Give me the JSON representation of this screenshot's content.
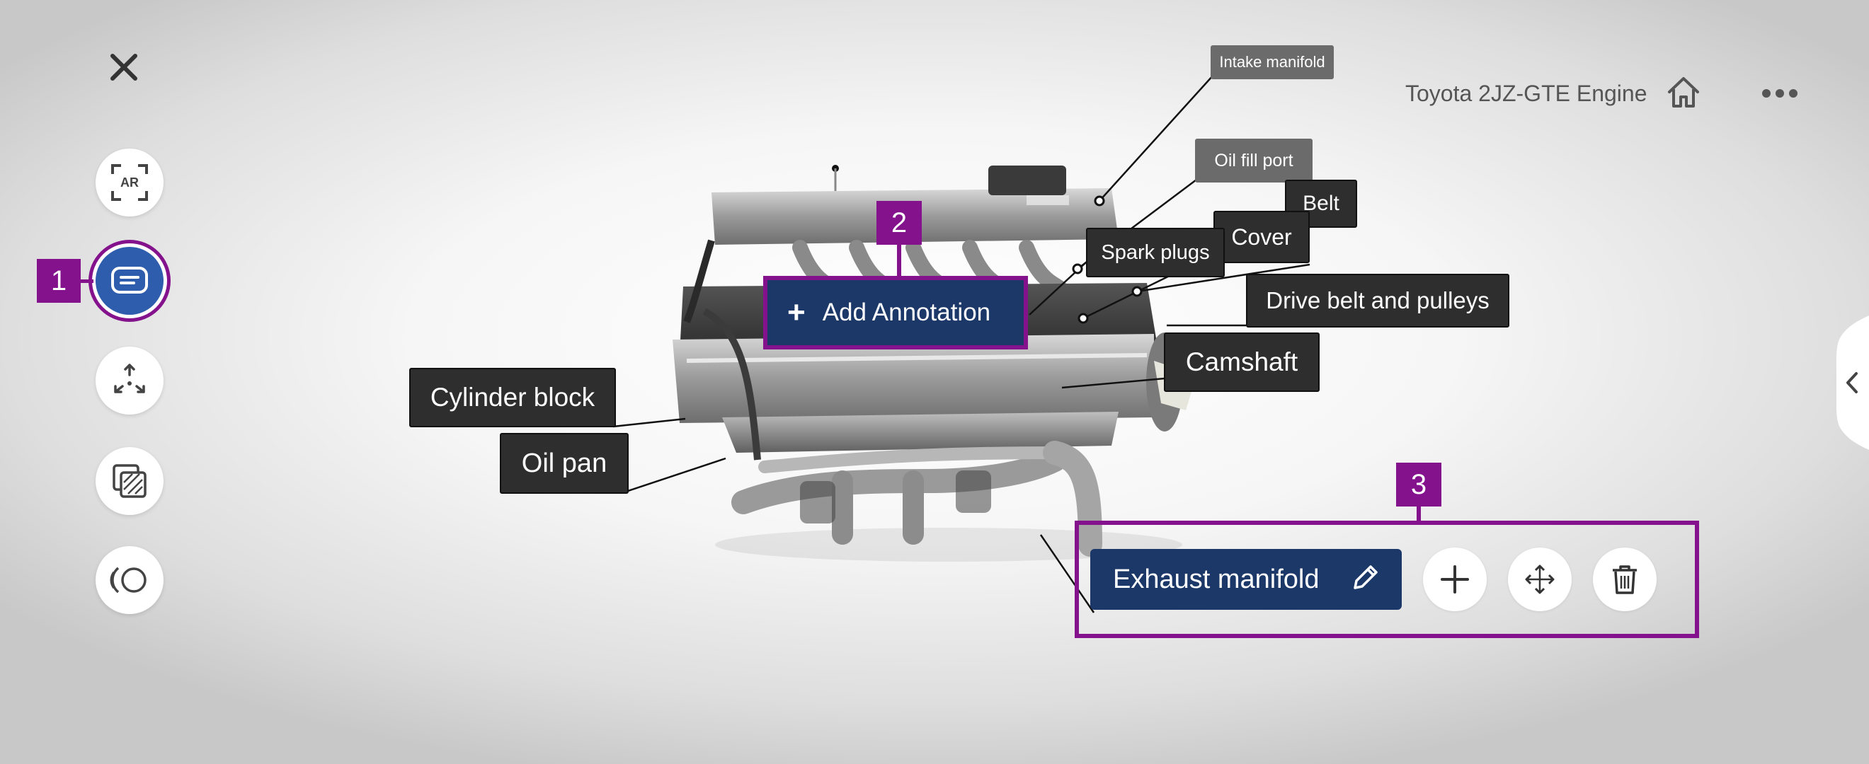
{
  "header": {
    "close_icon": "close-icon",
    "model_title": "Toyota 2JZ-GTE Engine",
    "home_icon": "home-icon",
    "more_icon": "more-horizontal-icon"
  },
  "toolbar": {
    "items": [
      {
        "name": "ar-view",
        "icon": "ar-icon",
        "ar_text": "AR"
      },
      {
        "name": "annotations",
        "icon": "annotation-icon",
        "active": true
      },
      {
        "name": "move",
        "icon": "explode-icon"
      },
      {
        "name": "layers",
        "icon": "layers-icon"
      },
      {
        "name": "360-view",
        "icon": "rotate-360-icon"
      }
    ]
  },
  "steps": {
    "one": "1",
    "two": "2",
    "three": "3"
  },
  "labels": {
    "intake_manifold": "Intake manifold",
    "oil_fill_port": "Oil fill port",
    "belt": "Belt",
    "cover": "Cover",
    "spark_plugs": "Spark plugs",
    "drive_belt": "Drive belt and pulleys",
    "camshaft": "Camshaft",
    "cylinder_block": "Cylinder block",
    "oil_pan": "Oil pan"
  },
  "add_annotation": {
    "icon": "plus-icon",
    "label": "Add Annotation"
  },
  "selected_annotation": {
    "label": "Exhaust manifold",
    "edit_icon": "pencil-icon",
    "actions": [
      {
        "name": "add",
        "icon": "plus-icon"
      },
      {
        "name": "move",
        "icon": "move-arrows-icon"
      },
      {
        "name": "delete",
        "icon": "trash-icon"
      }
    ]
  },
  "side_panel": {
    "icon": "chevron-left-icon"
  },
  "colors": {
    "accent_purple": "#84128c",
    "navy": "#1c3868",
    "active_blue": "#2f5dae",
    "label_dark": "#2e2e2e",
    "label_grey": "#6b6b6b"
  }
}
